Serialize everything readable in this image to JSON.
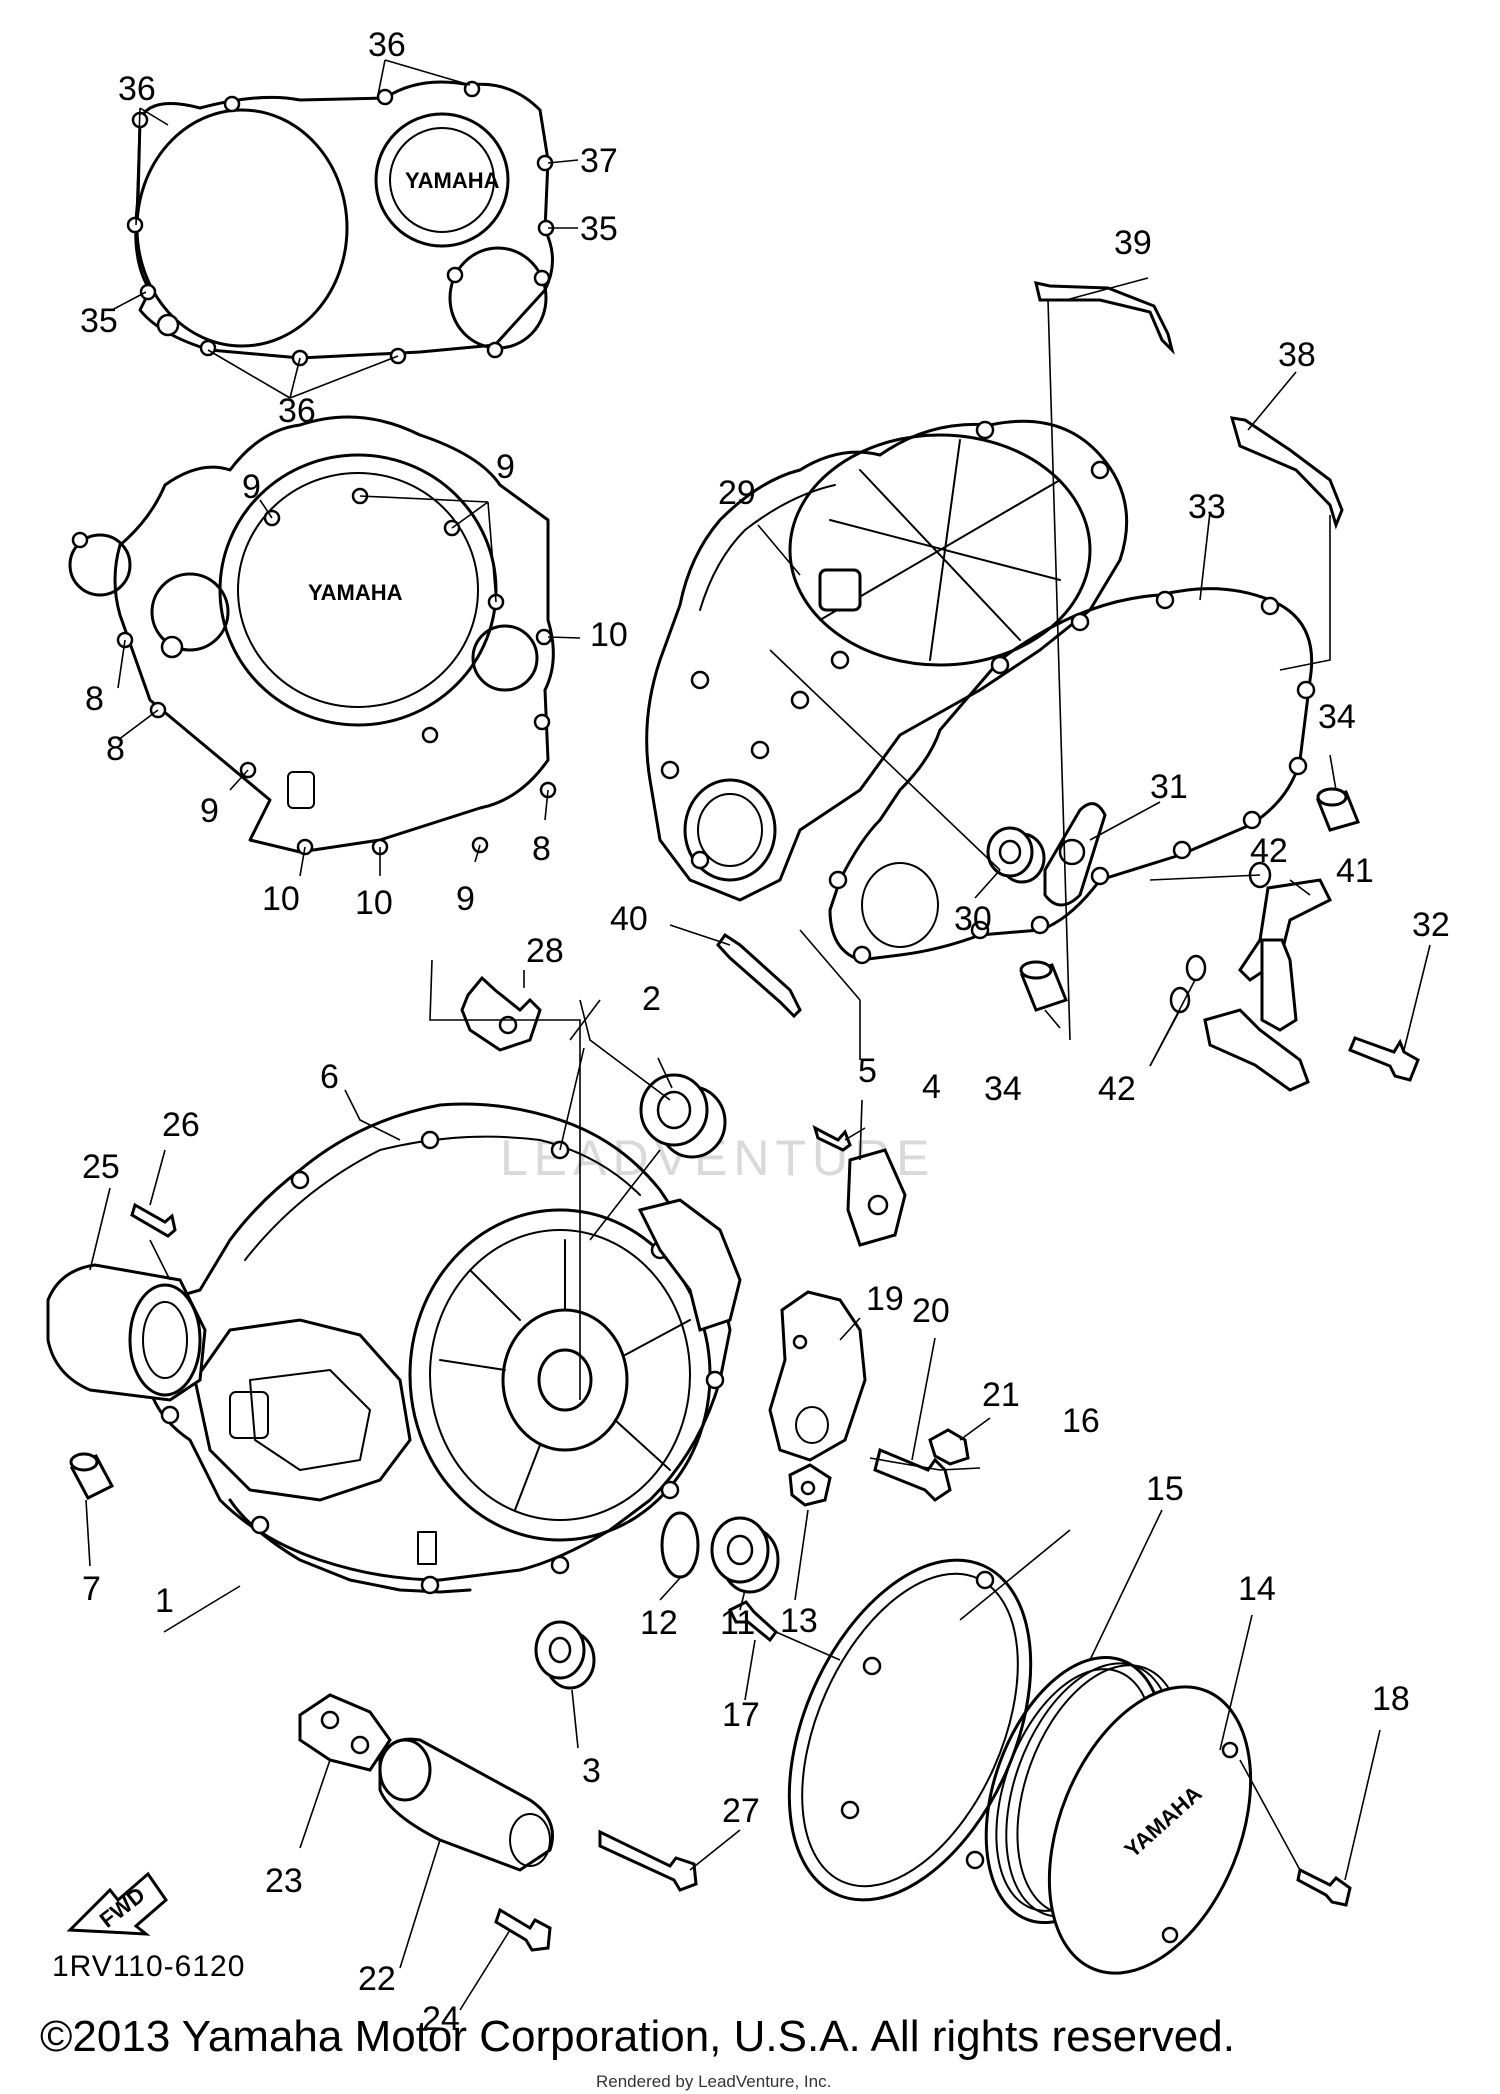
{
  "diagram": {
    "part_code": "1RV110-6120",
    "copyright": "©2013 Yamaha Motor Corporation, U.S.A. All rights reserved.",
    "rendered_by": "Rendered by LeadVenture, Inc.",
    "watermark": "LEADVENTURE",
    "fwd_arrow_label": "FWD",
    "brand_label": "YAMAHA",
    "callouts": [
      "1",
      "2",
      "3",
      "4",
      "5",
      "6",
      "7",
      "8",
      "9",
      "10",
      "11",
      "12",
      "13",
      "14",
      "15",
      "16",
      "17",
      "18",
      "19",
      "20",
      "21",
      "22",
      "23",
      "24",
      "25",
      "26",
      "27",
      "28",
      "29",
      "30",
      "31",
      "32",
      "33",
      "34",
      "35",
      "36",
      "37",
      "38",
      "39",
      "40",
      "41",
      "42"
    ]
  }
}
